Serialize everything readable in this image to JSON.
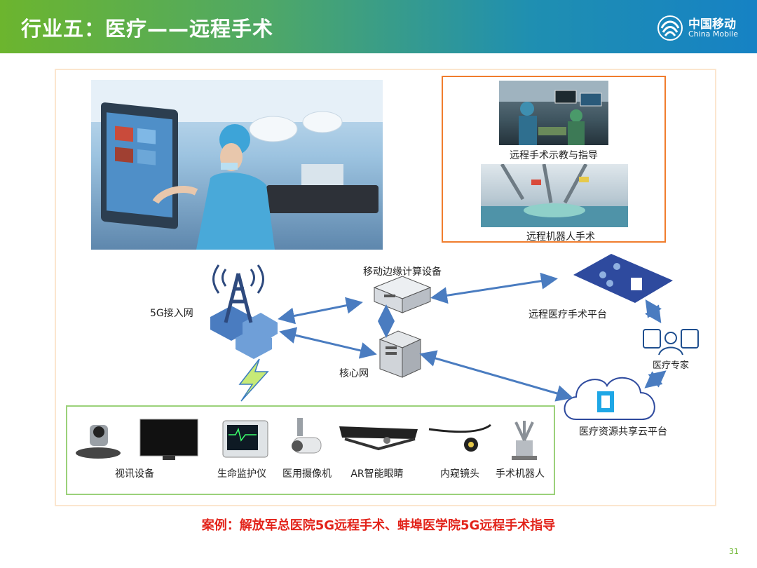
{
  "header": {
    "title": "行业五：医疗——远程手术",
    "logo_cn": "中国移动",
    "logo_en": "China Mobile"
  },
  "diagram": {
    "images": {
      "teaching_caption": "远程手术示教与指导",
      "robot_caption": "远程机器人手术"
    },
    "nodes": {
      "access_net": "5G接入网",
      "mec": "移动边缘计算设备",
      "core_net": "核心网",
      "remote_platform": "远程医疗手术平台",
      "expert": "医疗专家",
      "cloud_platform": "医疗资源共享云平台"
    },
    "devices": [
      "视讯设备",
      "生命监护仪",
      "医用摄像机",
      "AR智能眼睛",
      "内窥镜头",
      "手术机器人"
    ]
  },
  "footer": {
    "case_text": "案例：解放军总医院5G远程手术、蚌埠医学院5G远程手术指导",
    "page_number": "31"
  },
  "colors": {
    "arrow": "#4a7cc0",
    "orange_border": "#f07d2d",
    "green_border": "#9bd17a",
    "case_red": "#e2231a",
    "platform_blue": "#2e4a9e"
  }
}
